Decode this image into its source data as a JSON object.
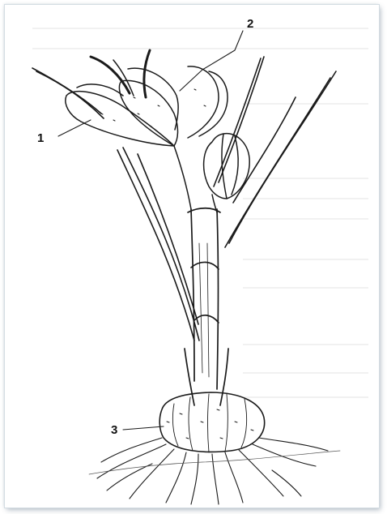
{
  "figure": {
    "callouts": [
      {
        "label": "1"
      },
      {
        "label": "2"
      },
      {
        "label": "3"
      }
    ],
    "colors": {
      "ink": "#1a1a1a",
      "paper": "#ffffff",
      "shadow": "#8a9aab"
    }
  }
}
